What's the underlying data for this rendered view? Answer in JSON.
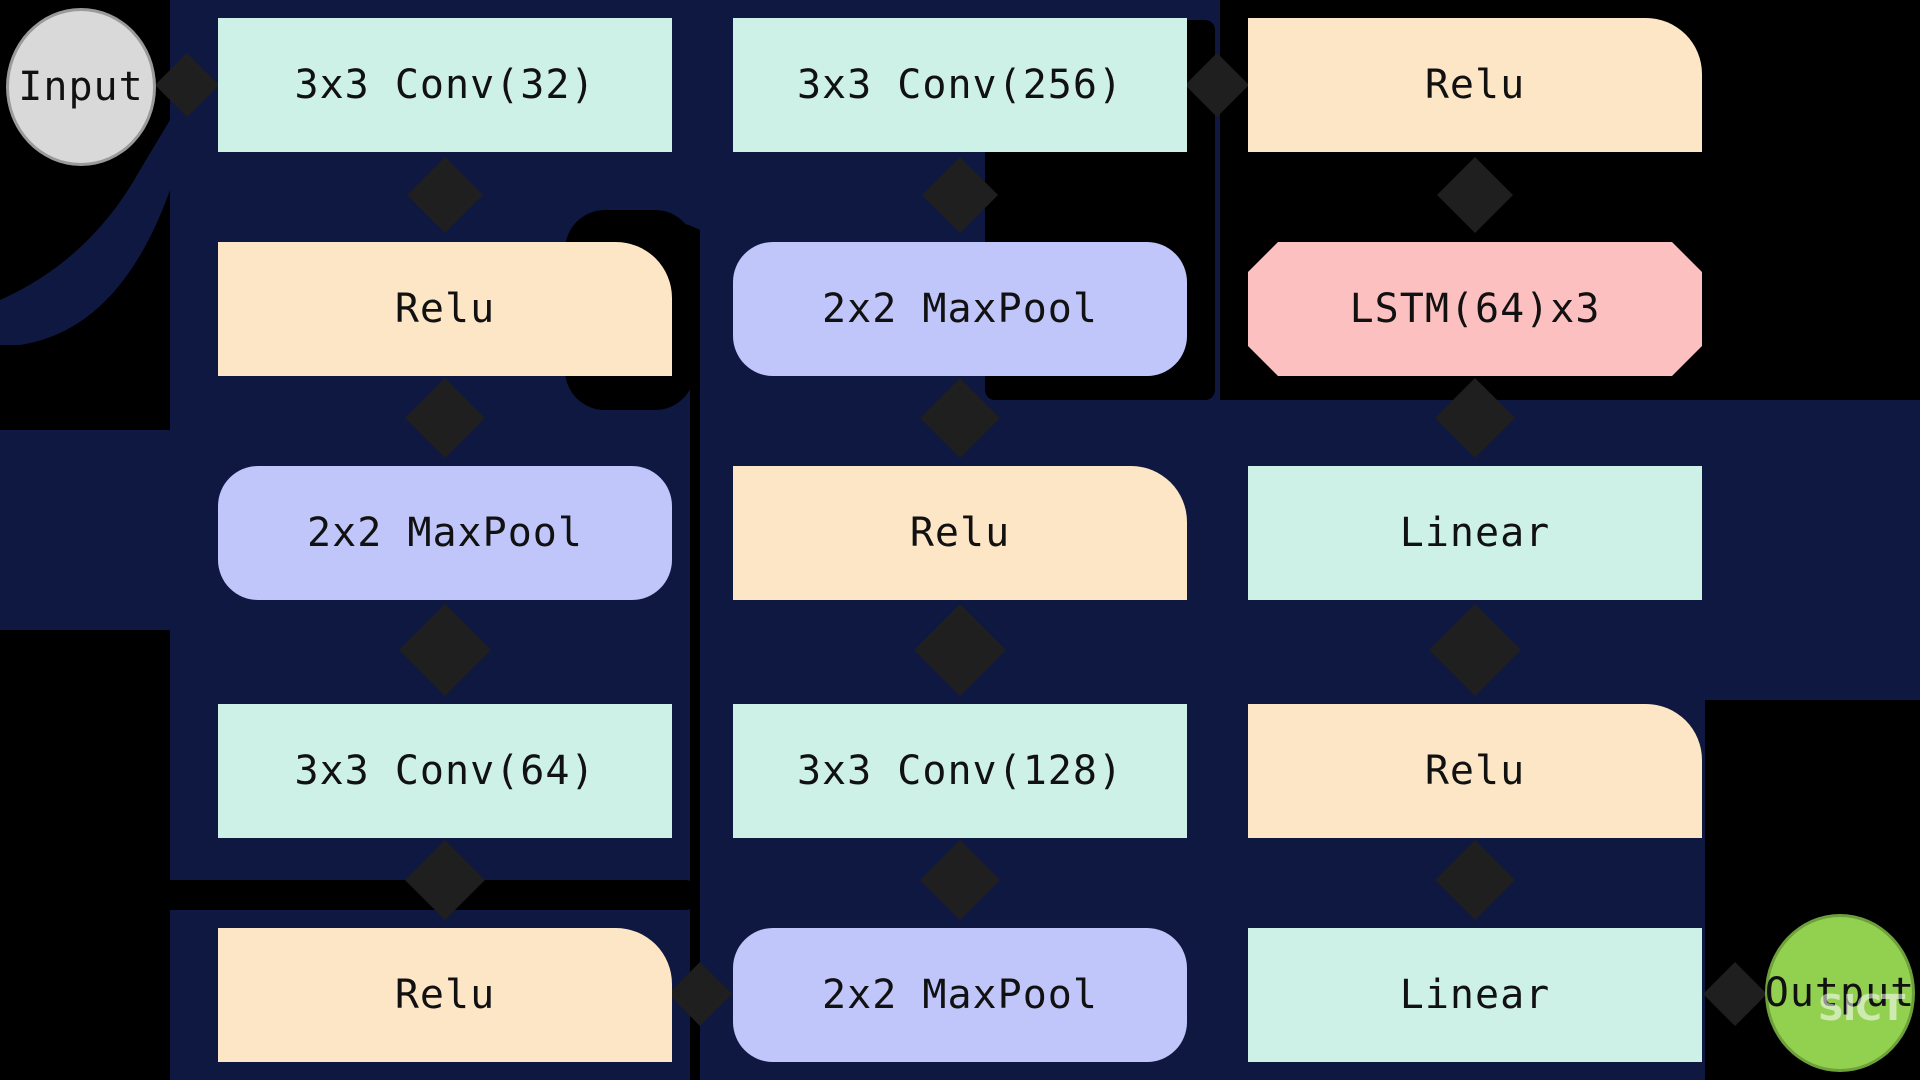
{
  "diagram": {
    "colors": {
      "background": "#000000",
      "bands": "#0e1840",
      "connector": "#1f1f1f",
      "conv": "#cdf0e7",
      "relu": "#fde6c6",
      "pool": "#c0c6fa",
      "lstm": "#fdc0c0",
      "input": "#d9d9d9",
      "output": "#92d050"
    },
    "input": {
      "label": "Input"
    },
    "output": {
      "label": "Output"
    },
    "column1": [
      {
        "label": "3x3 Conv(32)",
        "kind": "conv"
      },
      {
        "label": "Relu",
        "kind": "relu"
      },
      {
        "label": "2x2 MaxPool",
        "kind": "pool"
      },
      {
        "label": "3x3 Conv(64)",
        "kind": "conv"
      },
      {
        "label": "Relu",
        "kind": "relu"
      }
    ],
    "column2": [
      {
        "label": "3x3 Conv(256)",
        "kind": "conv"
      },
      {
        "label": "2x2 MaxPool",
        "kind": "pool"
      },
      {
        "label": "Relu",
        "kind": "relu"
      },
      {
        "label": "3x3 Conv(128)",
        "kind": "conv"
      },
      {
        "label": "2x2 MaxPool",
        "kind": "pool"
      }
    ],
    "column3": [
      {
        "label": "Relu",
        "kind": "relu"
      },
      {
        "label": "LSTM(64)x3",
        "kind": "lstm"
      },
      {
        "label": "Linear",
        "kind": "linear"
      },
      {
        "label": "Relu",
        "kind": "relu"
      },
      {
        "label": "Linear",
        "kind": "linear"
      }
    ],
    "watermark": "SICT"
  }
}
